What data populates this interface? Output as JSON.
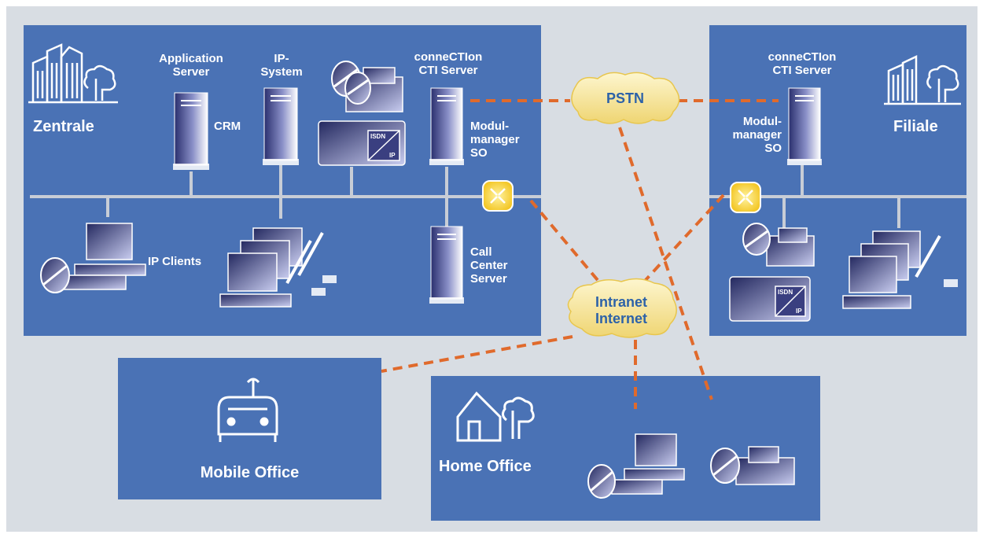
{
  "colors": {
    "background": "#d8dde3",
    "box": "#4a72b5",
    "line": "#e06a2c",
    "lan": "#c8cdd6",
    "cloud": "#f6e7a4",
    "cloud_text": "#2d62a8"
  },
  "zentrale": {
    "title": "Zentrale",
    "app_server_label": "Application Server",
    "ip_system_label": "IP-\nSystem",
    "crm_label": "CRM",
    "connection_server_label": "conneCTIon\nCTI Server",
    "modulmanager_label": "Modul-\nmanager\nSO",
    "ip_clients_label": "IP Clients",
    "call_center_label": "Call\nCenter\nServer",
    "isdn_text": "ISDN",
    "ip_text": "IP"
  },
  "filiale": {
    "title": "Filiale",
    "connection_server_label": "conneCTIon\nCTI Server",
    "modulmanager_label": "Modul-\nmanager\nSO",
    "isdn_text": "ISDN",
    "ip_text": "IP"
  },
  "clouds": {
    "pstn": "PSTN",
    "intranet_internet": "Intranet\nInternet"
  },
  "mobile_office": {
    "title": "Mobile Office"
  },
  "home_office": {
    "title": "Home Office"
  },
  "icons": [
    "building-icon",
    "server-icon",
    "phone-icon",
    "isdn-gateway-icon",
    "router-icon",
    "pc-workstation-icon",
    "car-icon",
    "house-icon",
    "cloud-icon"
  ]
}
